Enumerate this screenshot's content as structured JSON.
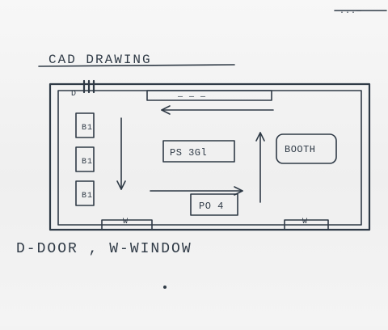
{
  "header": {
    "corner_text": "...—"
  },
  "title": "CAD DRAWING",
  "rooms": {
    "door_label": "D",
    "window_label_left": "W",
    "window_label_right": "W",
    "bench_left_1": "B1",
    "bench_left_2": "B1",
    "bench_left_3": "B1",
    "top_bar": "— — —",
    "center_box": "PS 3Gl",
    "bottom_box": "PO 4",
    "right_box": "BOOTH"
  },
  "legend": "D-DOOR , W-WINDOW"
}
